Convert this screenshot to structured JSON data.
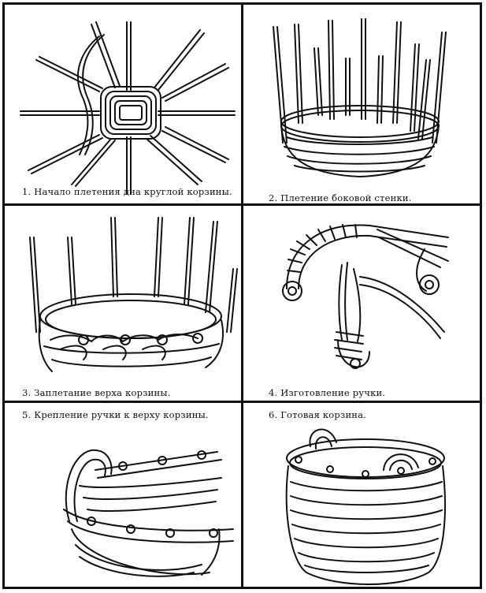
{
  "panels": [
    {
      "number": "1.",
      "caption": "Начало плетения дна круглой корзины."
    },
    {
      "number": "2.",
      "caption": "Плетение боковой стенки."
    },
    {
      "number": "3.",
      "caption": "Заплетание верха корзины."
    },
    {
      "number": "4.",
      "caption": "Изготовление ручки."
    },
    {
      "number": "5.",
      "caption": "Крепление ручки к верху корзины."
    },
    {
      "number": "6.",
      "caption": "Готовая корзина."
    }
  ],
  "colors": {
    "ink": "#111111",
    "paper": "#ffffff"
  }
}
